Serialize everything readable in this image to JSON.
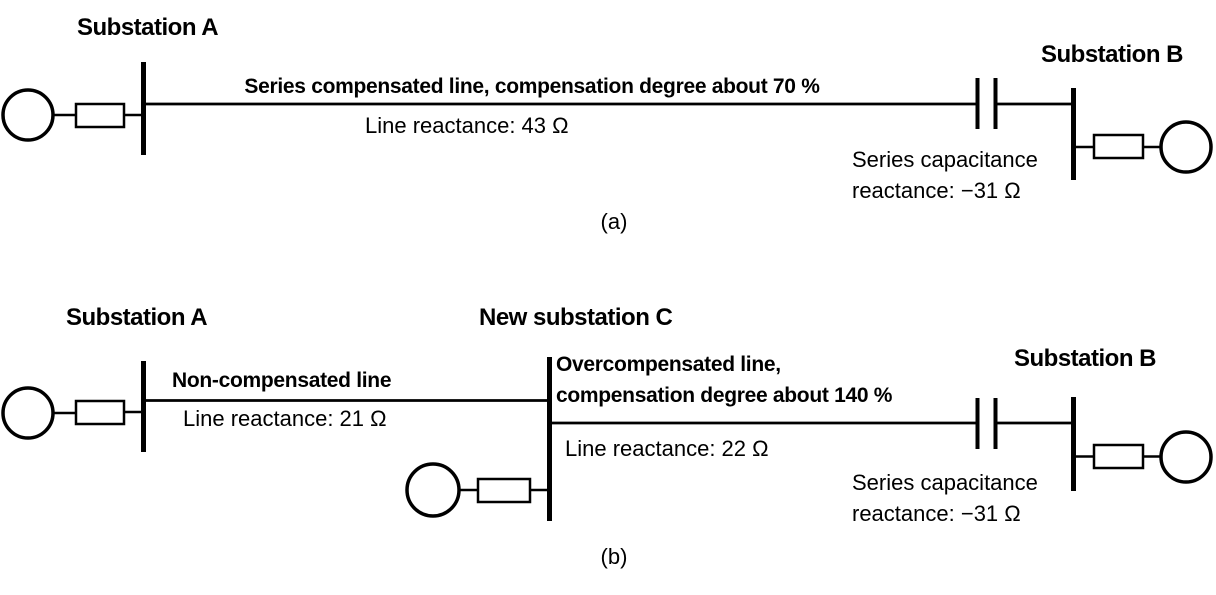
{
  "figure": {
    "background_color": "#ffffff",
    "stroke_color": "#000000"
  },
  "diagram_a": {
    "label": "(a)",
    "substation_a_title": "Substation A",
    "substation_b_title": "Substation B",
    "compensated_line_label": "Series compensated line, compensation degree about 70 %",
    "line_reactance": "Line reactance: 43 Ω",
    "series_capacitance_line1": "Series capacitance",
    "series_capacitance_line2": "reactance: −31 Ω"
  },
  "diagram_b": {
    "label": "(b)",
    "substation_a_title": "Substation A",
    "new_substation_c_title": "New substation C",
    "substation_b_title": "Substation B",
    "non_compensated_label": "Non-compensated line",
    "line_reactance_ac": "Line reactance: 21 Ω",
    "overcompensated_line1": "Overcompensated line,",
    "overcompensated_line2": "compensation degree about 140 %",
    "line_reactance_cb": "Line reactance: 22 Ω",
    "series_capacitance_line1": "Series capacitance",
    "series_capacitance_line2": "reactance: −31 Ω"
  }
}
